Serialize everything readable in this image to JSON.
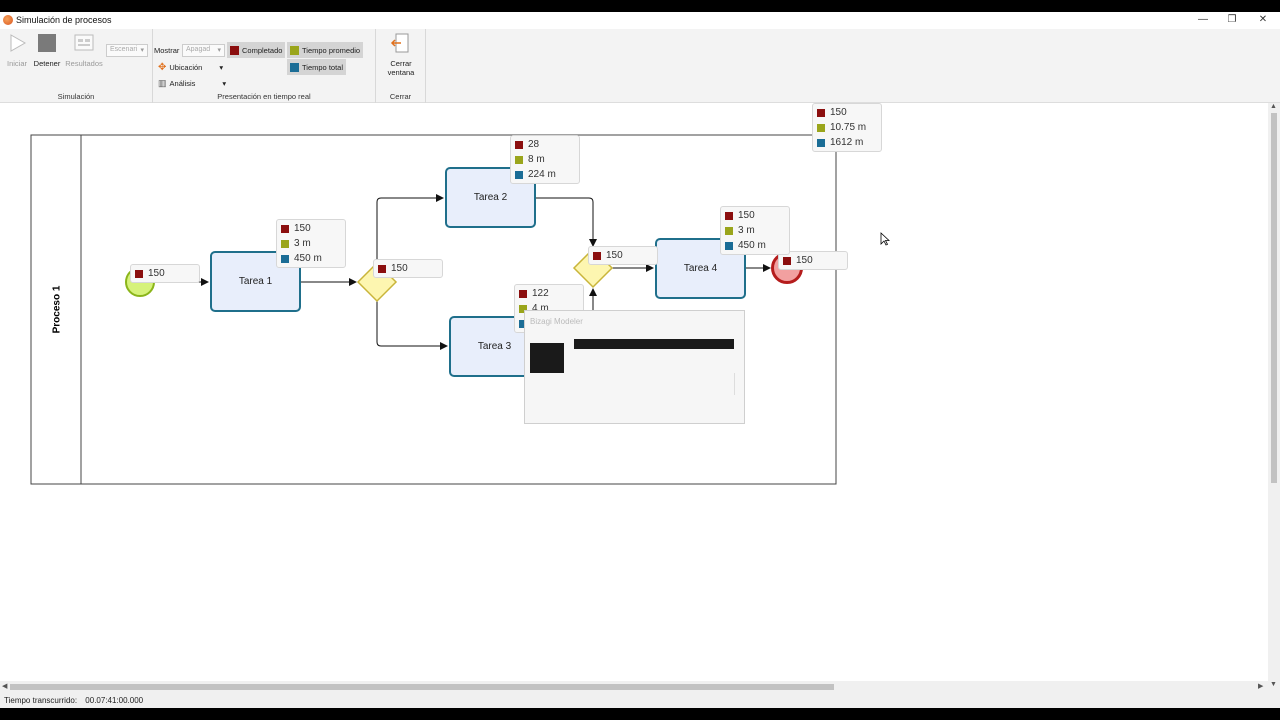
{
  "window": {
    "title": "Simulación de procesos",
    "controls": {
      "minimize": "—",
      "restore": "❐",
      "close": "✕"
    }
  },
  "ribbon": {
    "simulation": {
      "label": "Simulación",
      "start": "Iniciar",
      "stop": "Detener",
      "results": "Resultados",
      "scenario_value": "Escenari"
    },
    "presentation": {
      "label": "Presentación en tiempo real",
      "show_label": "Mostrar",
      "show_value": "Apagad",
      "location": "Ubicación",
      "analysis": "Análisis",
      "legend": [
        {
          "label": "Completado",
          "color": "#8b0e0e"
        },
        {
          "label": "Tiempo promedio",
          "color": "#9aa51b"
        },
        {
          "label": "Tiempo total",
          "color": "#1b6d96"
        }
      ]
    },
    "close_group": {
      "label": "Cerrar",
      "button_line1": "Cerrar",
      "button_line2": "ventana"
    }
  },
  "diagram": {
    "pool_label": "Proceso 1",
    "tasks": {
      "t1": "Tarea 1",
      "t2": "Tarea 2",
      "t3": "Tarea 3",
      "t4": "Tarea 4"
    },
    "stats": {
      "start": [
        "150"
      ],
      "gateway1": [
        "150"
      ],
      "gateway2": [
        "150"
      ],
      "end": [
        "150"
      ],
      "t1": [
        "150",
        "3 m",
        "450 m"
      ],
      "t2": [
        "28",
        "8 m",
        "224 m"
      ],
      "t3": [
        "122",
        "4 m"
      ],
      "t4": [
        "150",
        "3 m",
        "450 m"
      ],
      "process": [
        "150",
        "10.75 m",
        "1612 m"
      ]
    },
    "tooltip_title": "Bizagi Modeler"
  },
  "colors": {
    "completed": "#8b0e0e",
    "avg_time": "#9aa51b",
    "total_time": "#1b6d96",
    "task_border": "#1f6f8b",
    "task_fill": "#e8eefb",
    "start_event": "#d6f27a",
    "end_event": "#f2a0a0",
    "gateway": "#fdf6b0"
  },
  "status": {
    "elapsed_label": "Tiempo transcurrido:",
    "elapsed_value": "00.07:41:00.000"
  }
}
